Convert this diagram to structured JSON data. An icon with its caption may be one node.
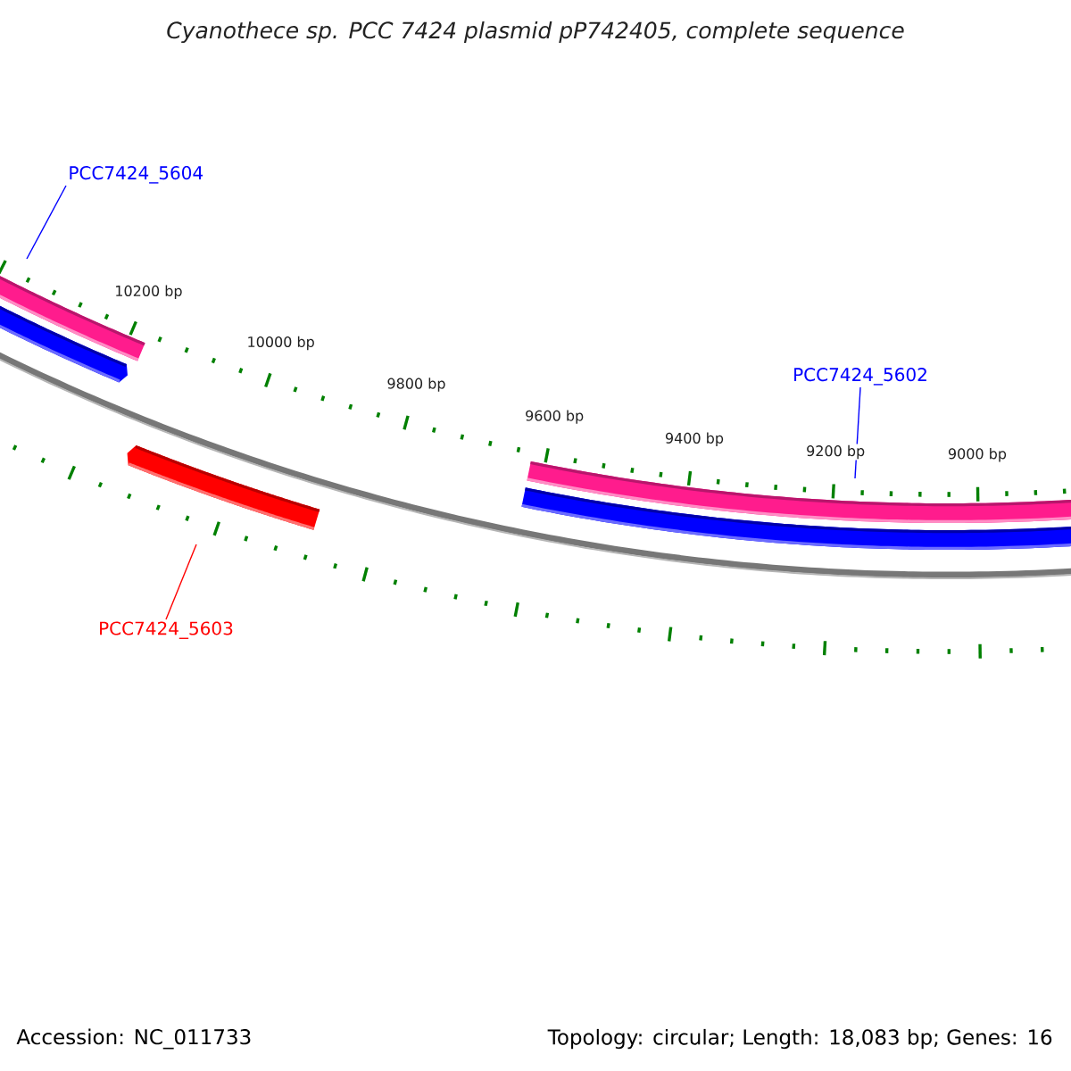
{
  "diagram": {
    "title": "Cyanothece sp. PCC 7424 plasmid pP742405, complete sequence",
    "nodes": [
      {
        "text": [
          "PCC7424_5604"
        ]
      },
      {
        "text": [
          "PCC7424_5602"
        ]
      },
      {
        "text": [
          "PCC7424_5603"
        ]
      }
    ],
    "edges": [
      {
        "from": 0,
        "to": null,
        "arrow": "none"
      },
      {
        "from": 1,
        "to": null,
        "arrow": "none"
      },
      {
        "from": 2,
        "to": null,
        "arrow": "none",
        "color": "#ff0000"
      }
    ],
    "labels": [
      "10200 bp",
      "10000 bp",
      "9800 bp",
      "9600 bp",
      "9400 bp",
      "9200 bp",
      "9000 bp",
      "Accession: NC_011733",
      "Topology: circular; Length: 18,083 bp; Genes: 16"
    ]
  }
}
